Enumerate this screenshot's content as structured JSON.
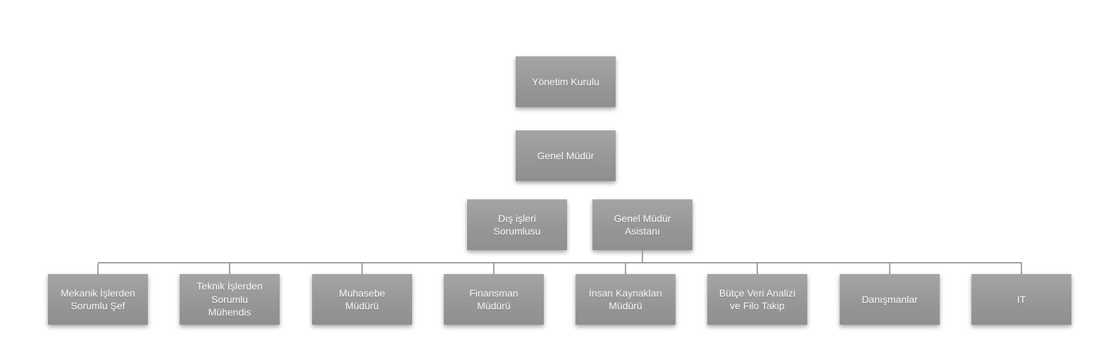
{
  "colors": {
    "canvas-bg": "#ffffff",
    "node-top": "#a5a5a5",
    "node-mid": "#979797",
    "node-bottom": "#8f8f8f",
    "node-text": "#ffffff",
    "connector": "#a0a0a0"
  },
  "org_chart": {
    "type": "organization-chart",
    "level1": {
      "label": "Yönetim Kurulu"
    },
    "level2": {
      "label": "Genel Müdür"
    },
    "level3": [
      {
        "label": "Dış işleri\nSorumlusu"
      },
      {
        "label": "Genel Müdür\nAsistanı",
        "children": [
          {
            "label": "Mekanik İşlerden\nSorumlu Şef"
          },
          {
            "label": "Teknik İşlerden\nSorumlu\nMühendis"
          },
          {
            "label": "Muhasebe\nMüdürü"
          },
          {
            "label": "Finansman\nMüdürü"
          },
          {
            "label": "İnsan Kaynakları\nMüdürü"
          },
          {
            "label": "Bütçe Veri Analizi\nve Filo Takip"
          },
          {
            "label": "Danışmanlar"
          },
          {
            "label": "IT"
          }
        ]
      }
    ]
  }
}
